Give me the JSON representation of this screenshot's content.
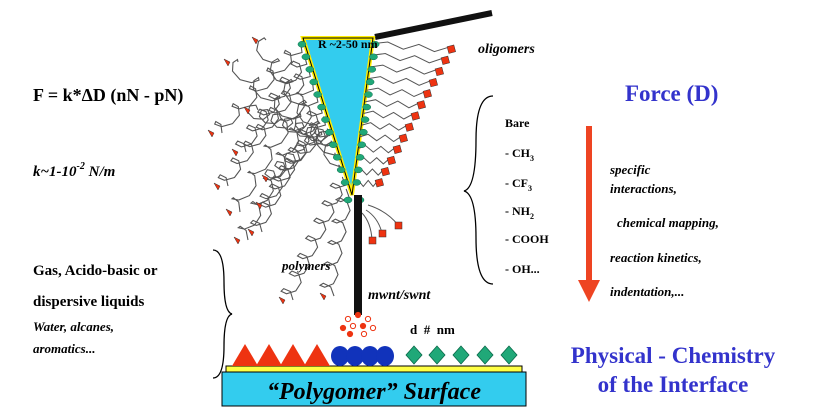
{
  "formula": {
    "force_equation": "F = k*ΔD (nN - pN)",
    "k_prefix": "k~1-10",
    "k_exponent": "-2",
    "k_unit": " N/m"
  },
  "tip": {
    "radius_label": "R ~2-50 nm",
    "oligomers_label": "oligomers",
    "polymers_label": "polymers",
    "nanotube_label": "mwnt/swnt"
  },
  "functional_groups": {
    "bare": "Bare",
    "ch3": "- CH",
    "ch3_sub": "3",
    "cf3": "- CF",
    "cf3_sub": "3",
    "nh2": "- NH",
    "nh2_sub": "2",
    "cooh": "- COOH",
    "oh": "- OH..."
  },
  "right_panel": {
    "force_title": "Force (D)",
    "bullets": [
      "specific",
      "interactions,",
      "chemical mapping,",
      "reaction kinetics,",
      "indentation,..."
    ]
  },
  "media": {
    "line1": "Gas, Acido-basic or",
    "line2": "dispersive liquids",
    "examples1": "Water, alcanes,",
    "examples2": "aromatics..."
  },
  "surface": {
    "size_label": "d  #  nm",
    "name": "“Polygomer” Surface",
    "title_line1": "Physical - Chemistry",
    "title_line2": "of the Interface"
  },
  "colors": {
    "title_blue": "#3333cc",
    "tip_cyan": "#33ccee",
    "tip_edge": "#ffee00",
    "bead_green": "#20a878",
    "end_red": "#ee3311",
    "arrow_red": "#ee4422",
    "ball_blue": "#1133bb",
    "surface_yellow": "#ffff44",
    "surface_cyan": "#33ccee"
  }
}
